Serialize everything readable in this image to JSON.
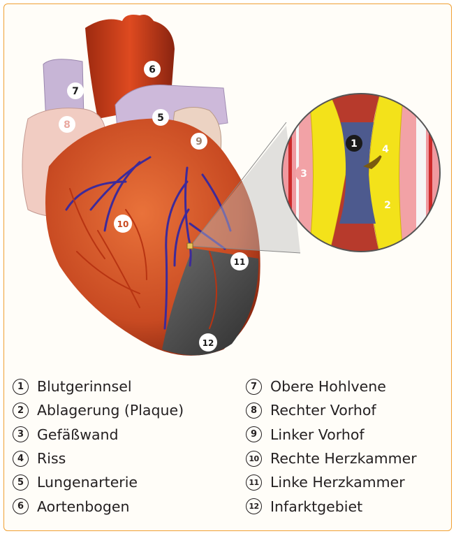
{
  "diagram": {
    "markers": [
      "1",
      "2",
      "3",
      "4",
      "5",
      "6",
      "7",
      "8",
      "9",
      "10",
      "11",
      "12"
    ]
  },
  "legend": {
    "left": [
      {
        "num": "1",
        "label": "Blutgerinnsel"
      },
      {
        "num": "2",
        "label": "Ablagerung (Plaque)"
      },
      {
        "num": "3",
        "label": "Gefäßwand"
      },
      {
        "num": "4",
        "label": "Riss"
      },
      {
        "num": "5",
        "label": "Lungenarterie"
      },
      {
        "num": "6",
        "label": "Aortenbogen"
      }
    ],
    "right": [
      {
        "num": "7",
        "label": "Obere Hohlvene"
      },
      {
        "num": "8",
        "label": "Rechter Vorhof"
      },
      {
        "num": "9",
        "label": "Linker Vorhof"
      },
      {
        "num": "10",
        "label": "Rechte Herzkammer"
      },
      {
        "num": "11",
        "label": "Linke Herzkammer"
      },
      {
        "num": "12",
        "label": "Infarktgebiet"
      }
    ]
  },
  "colors": {
    "frame": "#f0a033",
    "heart_muscle": "#d2532a",
    "aorta": "#c63a1c",
    "vein_purple": "#c9b8d8",
    "atrium_pink": "#f0c8c0",
    "infarct": "#4a4a4a",
    "plaque": "#f3e21a",
    "clot": "#4d5a8e",
    "vessel_wall": "#f09aa0"
  }
}
